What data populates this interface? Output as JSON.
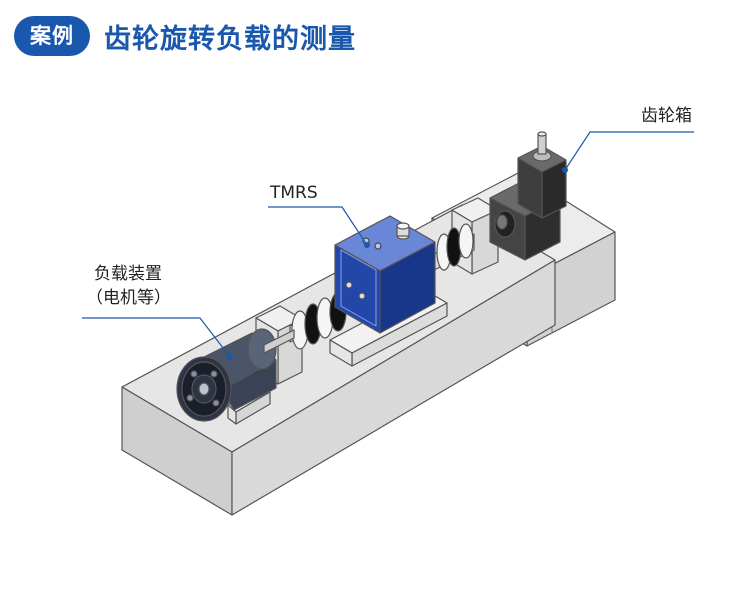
{
  "header": {
    "badge": "案例",
    "title": "齿轮旋转负载的测量"
  },
  "callouts": {
    "gearbox": "齿轮箱",
    "sensor": "TMRS",
    "load_line1": "负载装置",
    "load_line2": "（电机等）"
  },
  "colors": {
    "brand": "#1a58ad",
    "sensor_blue": "#2247a8",
    "base_gray": "#d9d9d9"
  }
}
